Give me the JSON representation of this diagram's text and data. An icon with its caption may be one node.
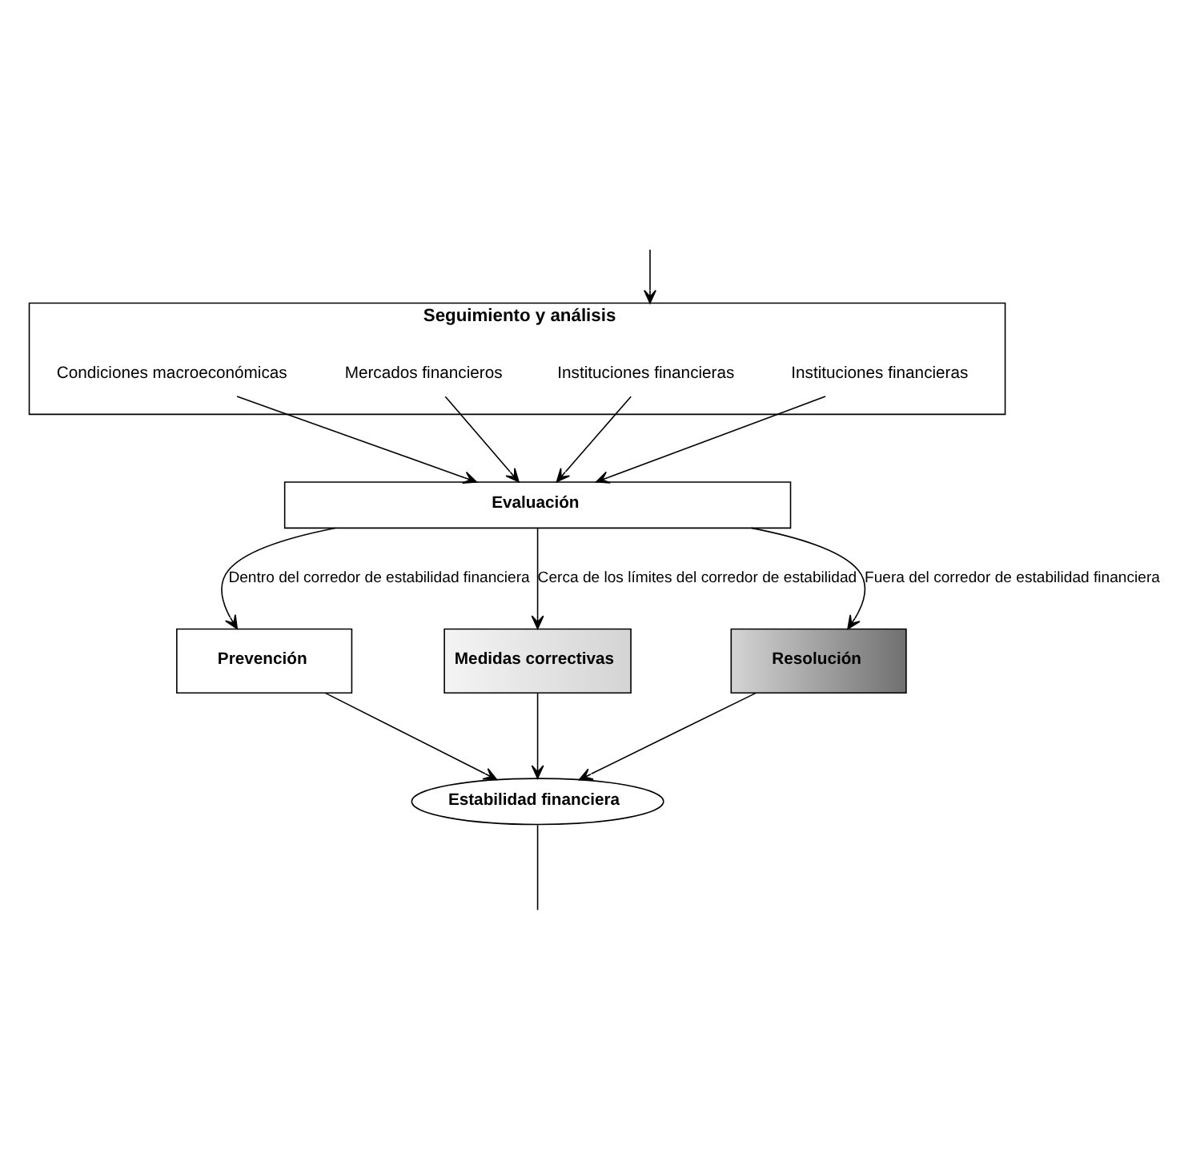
{
  "diagram": {
    "nodes": [
      {
        "text": [
          "Seguimiento y análisis"
        ]
      },
      {
        "text": [
          "Condiciones macroeconómicas"
        ],
        "in": 0
      },
      {
        "text": [
          "Mercados financieros"
        ],
        "in": 0
      },
      {
        "text": [
          "Instituciones financieras"
        ],
        "in": 0
      },
      {
        "text": [
          "Instituciones financieras"
        ],
        "in": 0
      },
      {
        "text": [
          "Evaluación"
        ]
      },
      {
        "text": [
          "Prevención"
        ]
      },
      {
        "text": [
          "Medidas correctivas"
        ]
      },
      {
        "text": [
          "Resolución"
        ]
      },
      {
        "text": [
          "Estabilidad financiera"
        ]
      }
    ],
    "edges": [
      {
        "from": 1,
        "to": 5,
        "arrow": "to"
      },
      {
        "from": 2,
        "to": 5,
        "arrow": "to"
      },
      {
        "from": 3,
        "to": 5,
        "arrow": "to"
      },
      {
        "from": 4,
        "to": 5,
        "arrow": "to"
      },
      {
        "from": 5,
        "to": 6,
        "arrow": "to",
        "label": "Dentro del corredor de estabilidad financiera"
      },
      {
        "from": 5,
        "to": 7,
        "arrow": "to",
        "label": "Cerca de los límites del corredor de estabilidad"
      },
      {
        "from": 5,
        "to": 8,
        "arrow": "to",
        "label": "Fuera del corredor de estabilidad financiera"
      },
      {
        "from": 6,
        "to": 9,
        "arrow": "to"
      },
      {
        "from": 7,
        "to": 9,
        "arrow": "to"
      },
      {
        "from": 8,
        "to": 9,
        "arrow": "to"
      },
      {
        "from": 9,
        "to": null,
        "arrow": "none"
      },
      {
        "from": null,
        "to": 0,
        "arrow": "to"
      }
    ]
  }
}
